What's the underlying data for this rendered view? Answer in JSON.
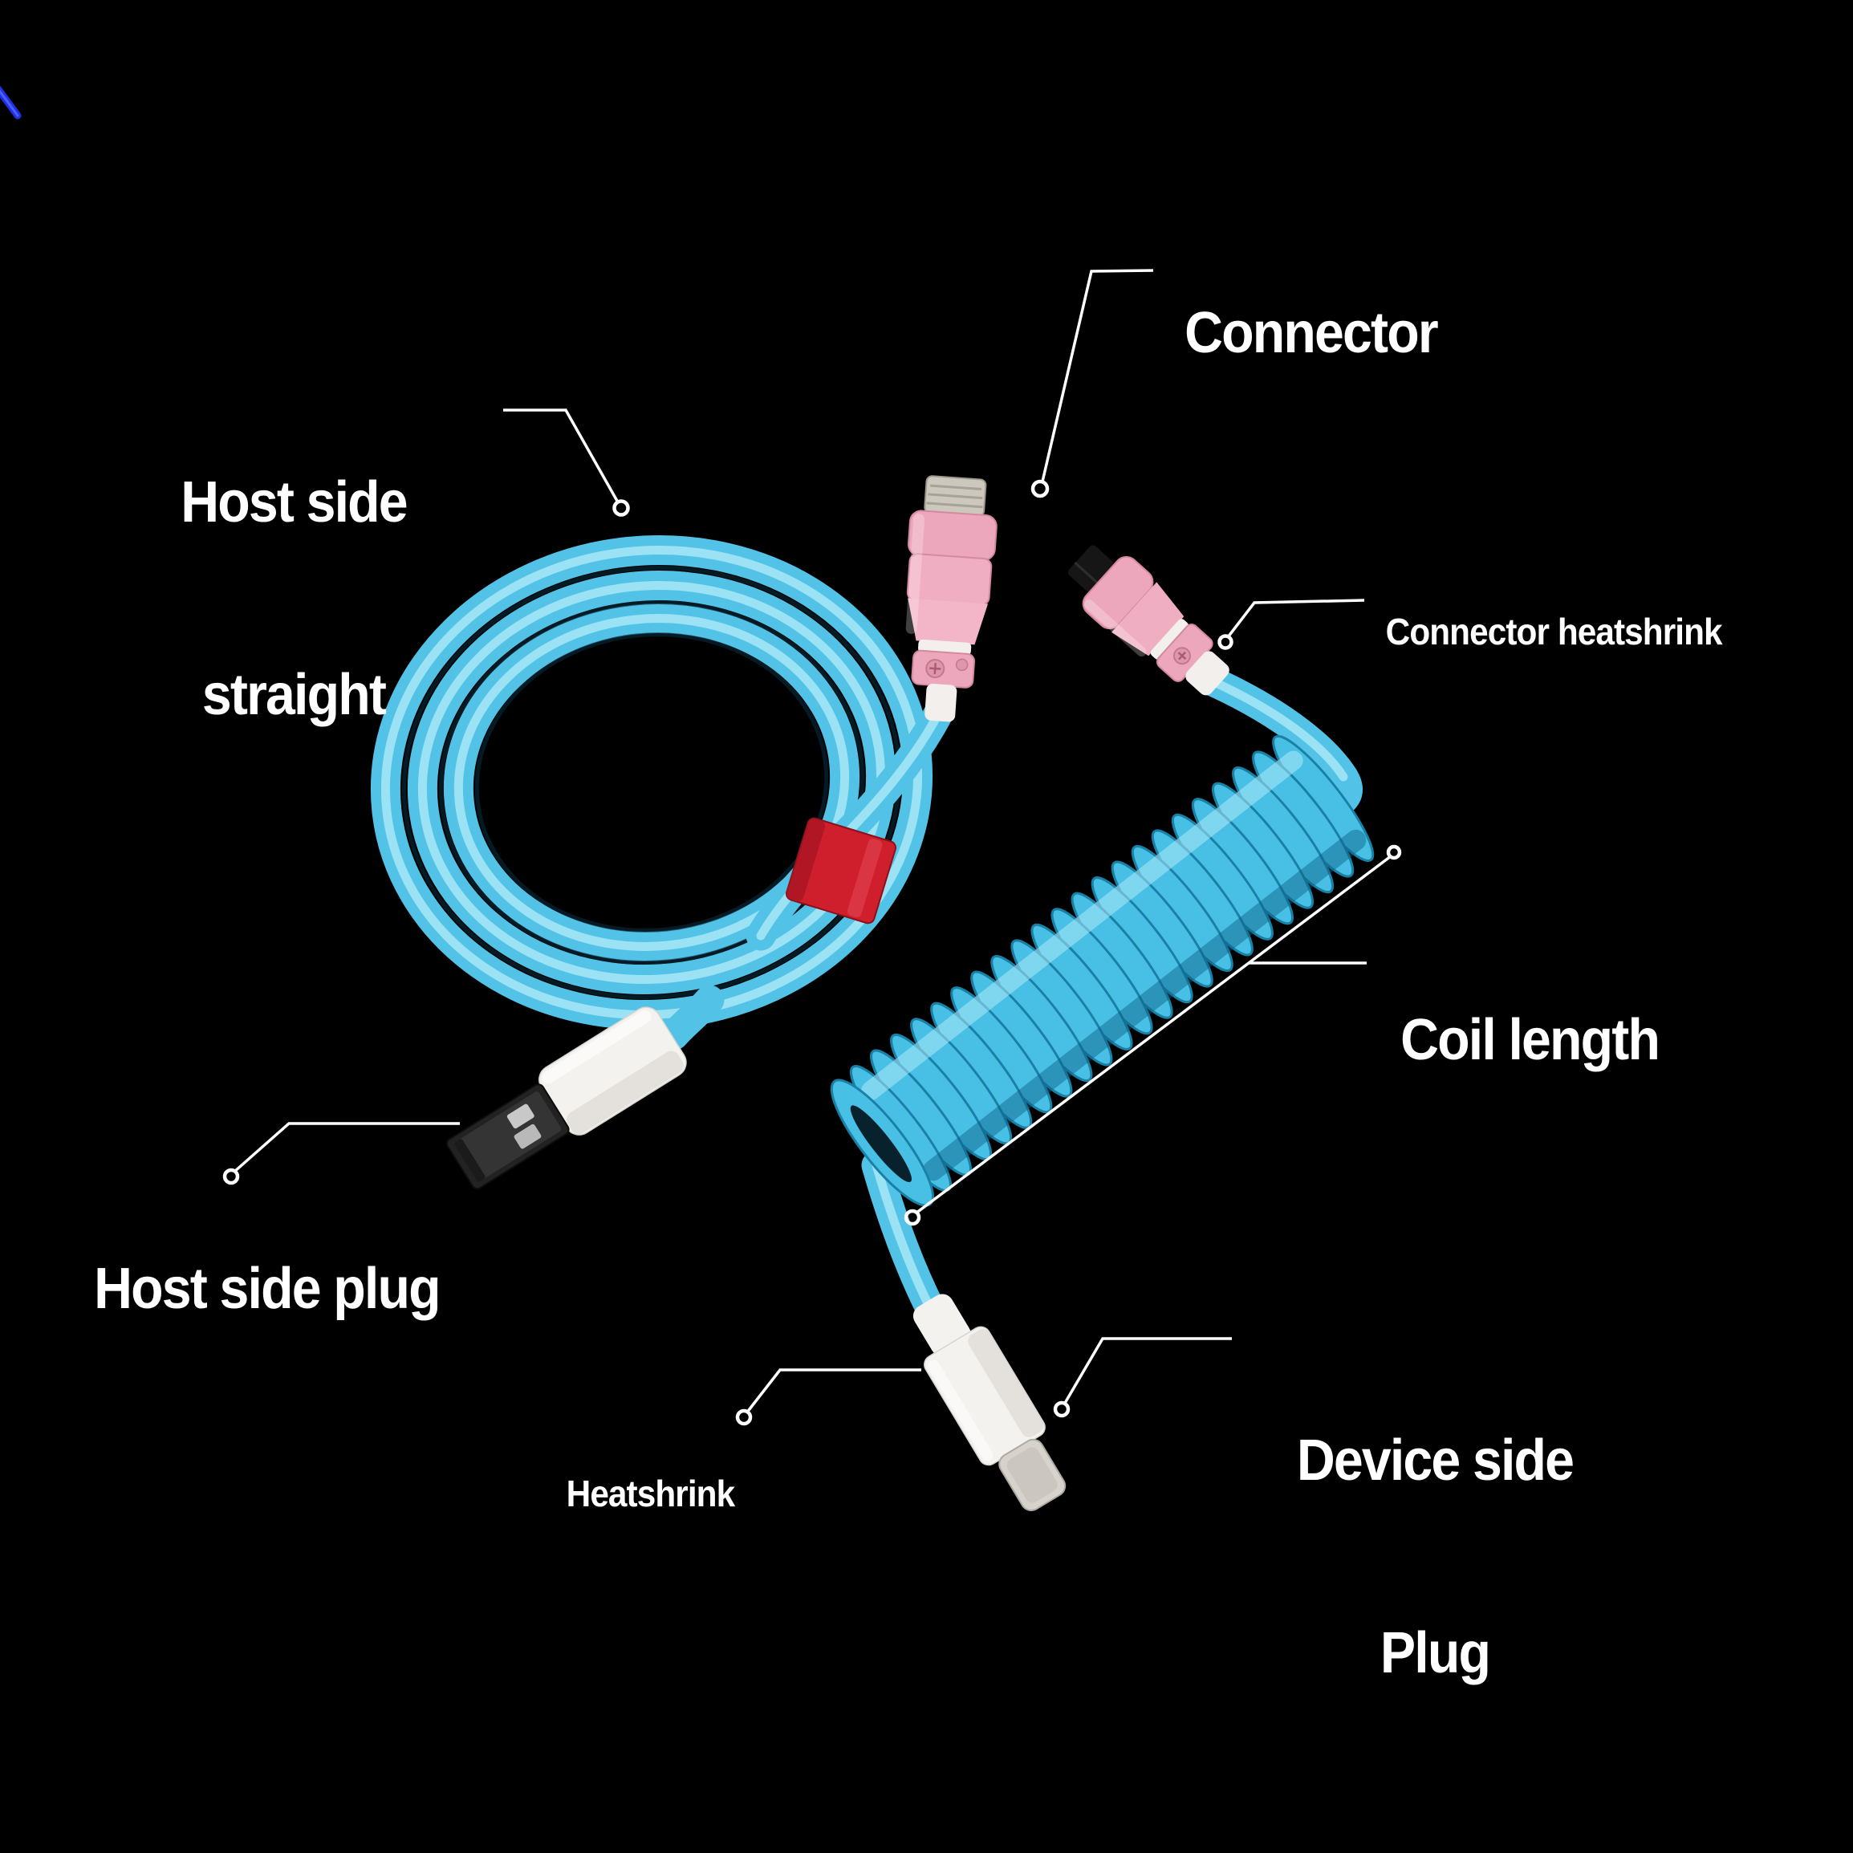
{
  "labels": {
    "host_side_straight": {
      "line1": "Host side",
      "line2": "straight"
    },
    "connector": {
      "text": "Connector"
    },
    "connector_heatshrink": {
      "text": "Connector heatshrink"
    },
    "coil_length": {
      "text": "Coil length"
    },
    "host_side_plug": {
      "text": "Host side plug"
    },
    "device_side_plug": {
      "line1": "Device side",
      "line2": "Plug"
    },
    "heatshrink": {
      "text": "Heatshrink"
    }
  },
  "colors": {
    "background": "#000000",
    "label_text": "#ffffff",
    "leader_line": "#ffffff",
    "cable_blue": "#52c3e7",
    "cable_blue_highlight": "#a9e7f7",
    "cable_blue_shadow": "#1a81a6",
    "coil_blue": "#48c0e5",
    "connector_pink": "#eda7bc",
    "connector_pink_light": "#f3b5c8",
    "connector_silver": "#cdc8bd",
    "connector_black_tip": "#161616",
    "heatshrink_white": "#f2efec",
    "plug_white": "#f4f2ef",
    "usb_a_metal": "#222222",
    "usb_a_contacts": "#c8c8c8",
    "usb_c_metal": "#d7d3cc",
    "velcro_tie_red": "#cf1f2d",
    "glitch_blue": "#2030e8"
  }
}
